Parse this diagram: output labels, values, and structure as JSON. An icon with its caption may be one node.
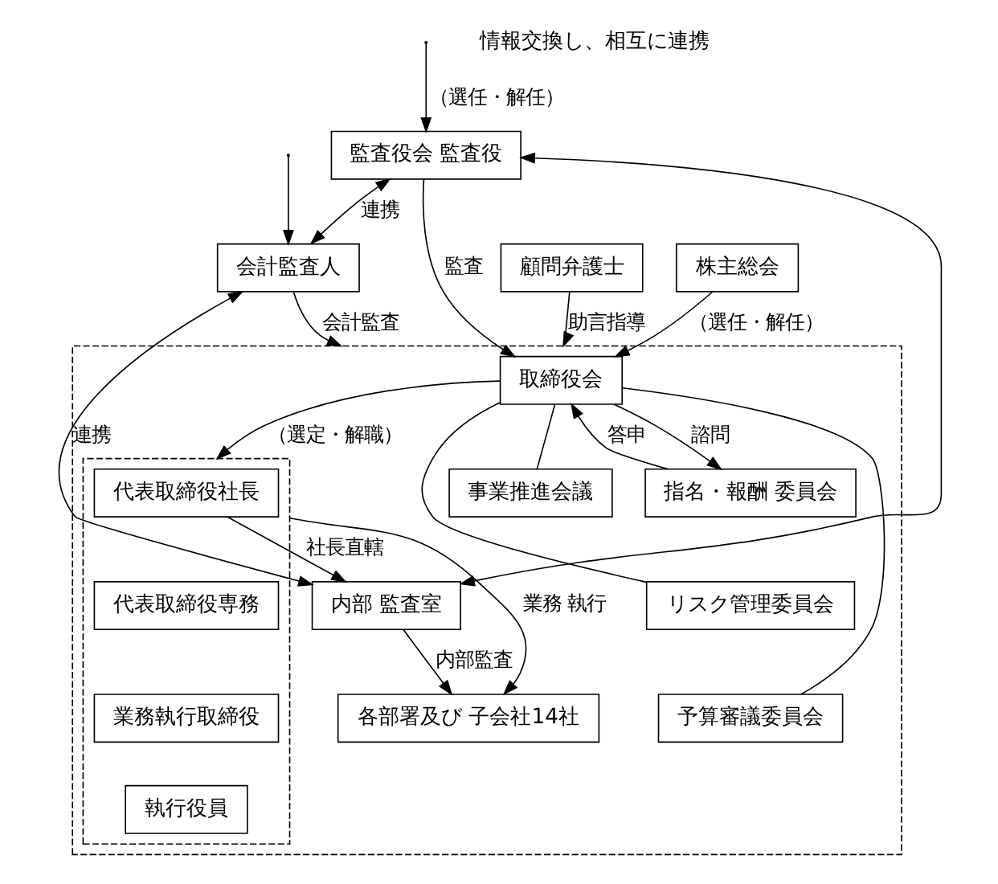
{
  "diagram": {
    "nodes": [
      {
        "text": [
          "株主総会"
        ]
      },
      {
        "text": [],
        "shape": "box"
      },
      {
        "text": [
          "監査役会 監査役"
        ]
      },
      {
        "text": [
          "取締役会"
        ],
        "in": 1
      },
      {
        "text": [
          "指名・報酬 委員会"
        ],
        "in": 1
      },
      {
        "text": [],
        "shape": "box",
        "in": 1
      },
      {
        "text": [
          "代表取締役社長"
        ],
        "in": 5
      },
      {
        "text": [
          "代表取締役専務"
        ],
        "in": 5
      },
      {
        "text": [
          "業務執行取締役"
        ],
        "in": 5
      },
      {
        "text": [
          "執行役員"
        ],
        "in": 5
      },
      {
        "text": [
          "事業推進会議"
        ],
        "in": 1
      },
      {
        "text": [
          "リスク管理委員会"
        ],
        "in": 1
      },
      {
        "text": [
          "予算審議委員会"
        ],
        "in": 1
      },
      {
        "text": [
          "会計監査人"
        ]
      },
      {
        "text": [
          "内部 監査室"
        ],
        "in": 1
      },
      {
        "text": [
          "各部署及び 子会社14社"
        ],
        "in": 1
      },
      {
        "text": [
          "顧問弁護士"
        ]
      }
    ],
    "edges": [
      {
        "from": 0,
        "to": 3,
        "arrow": "to",
        "label": "（選任・解任）"
      },
      {
        "from": null,
        "to": 2,
        "arrow": "to",
        "label": "（選任・解任）"
      },
      {
        "from": null,
        "to": 13,
        "arrow": "to"
      },
      {
        "from": 2,
        "to": 3,
        "arrow": "to",
        "label": "監査"
      },
      {
        "from": 3,
        "to": 4,
        "arrow": "to",
        "label": "諮問"
      },
      {
        "from": 4,
        "to": 3,
        "arrow": "to",
        "label": "答申"
      },
      {
        "from": 3,
        "to": 5,
        "arrow": "to",
        "label": "（選定・解職）"
      },
      {
        "from": 3,
        "to": 10,
        "arrow": "none"
      },
      {
        "from": 3,
        "to": 11,
        "arrow": "none"
      },
      {
        "from": 3,
        "to": 12,
        "arrow": "none"
      },
      {
        "from": 6,
        "to": 14,
        "arrow": "to",
        "label": "社長直轄"
      },
      {
        "from": 5,
        "to": 15,
        "arrow": "to",
        "label": "業務 執行"
      },
      {
        "from": 14,
        "to": 15,
        "arrow": "to",
        "label": "内部監査"
      },
      {
        "from": 13,
        "to": 1,
        "arrow": "to",
        "label": "会計監査"
      },
      {
        "from": 16,
        "to": 1,
        "arrow": "to",
        "label": "助言指導"
      },
      {
        "from": 2,
        "to": 13,
        "arrow": "both",
        "label": "連携"
      },
      {
        "from": 13,
        "to": 14,
        "arrow": "both",
        "label": "連携"
      },
      {
        "from": 2,
        "to": 14,
        "arrow": "both"
      }
    ],
    "labels": [
      "情報交換し、相互に連携"
    ]
  }
}
